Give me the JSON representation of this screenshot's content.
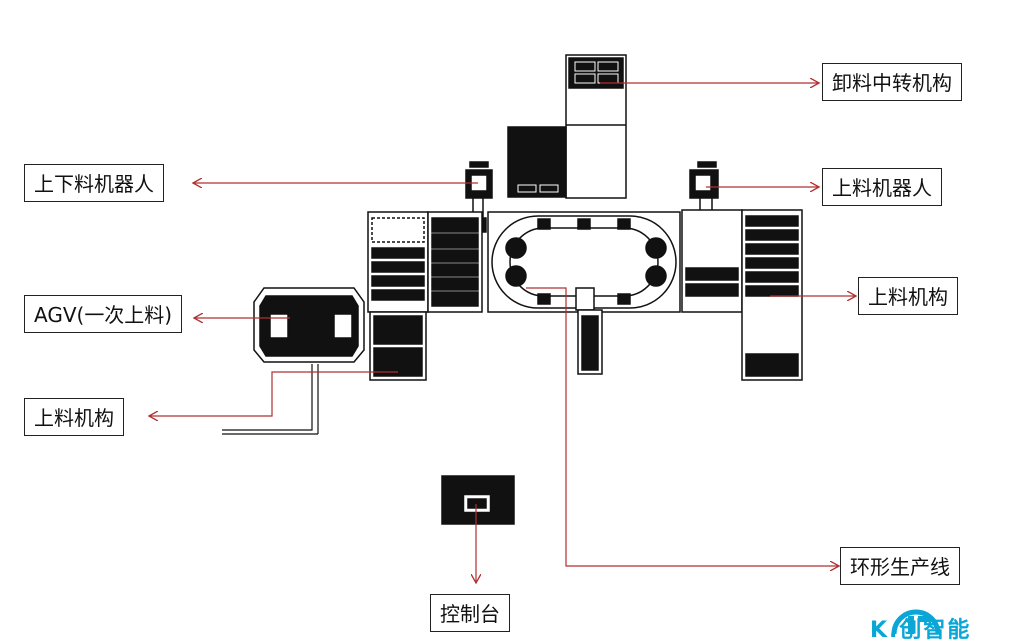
{
  "labels": {
    "unload_transfer": "卸料中转机构",
    "load_unload_robot": "上下料机器人",
    "loading_robot": "上料机器人",
    "loading_mechanism_right": "上料机构",
    "agv": "AGV(一次上料)",
    "loading_mechanism_left": "上料机构",
    "ring_line": "环形生产线",
    "console": "控制台"
  },
  "logo": {
    "text": "K.创智能"
  },
  "colors": {
    "leader_line": "#b03030",
    "ink": "#111111",
    "logo": "#0aa6d6"
  }
}
